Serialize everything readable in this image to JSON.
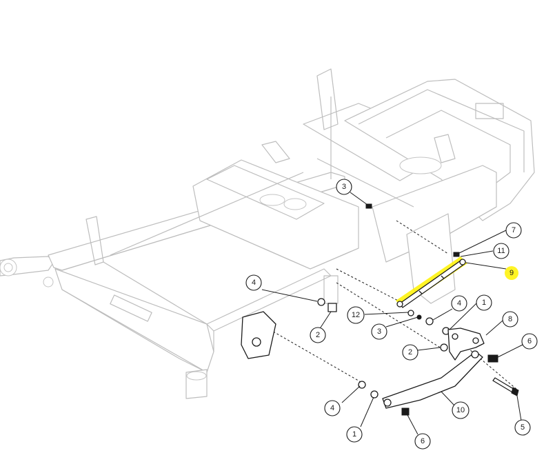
{
  "callouts": [
    {
      "label": "3"
    },
    {
      "label": "7"
    },
    {
      "label": "11"
    },
    {
      "label": "9"
    },
    {
      "label": "4"
    },
    {
      "label": "4"
    },
    {
      "label": "1"
    },
    {
      "label": "8"
    },
    {
      "label": "12"
    },
    {
      "label": "2"
    },
    {
      "label": "3"
    },
    {
      "label": "6"
    },
    {
      "label": "2"
    },
    {
      "label": "4"
    },
    {
      "label": "10"
    },
    {
      "label": "5"
    },
    {
      "label": "1"
    },
    {
      "label": "6"
    }
  ],
  "highlight": {
    "color": "#fff200",
    "part": "9"
  },
  "colors": {
    "frame": "#bdbdbd",
    "part": "#1a1a1a"
  }
}
